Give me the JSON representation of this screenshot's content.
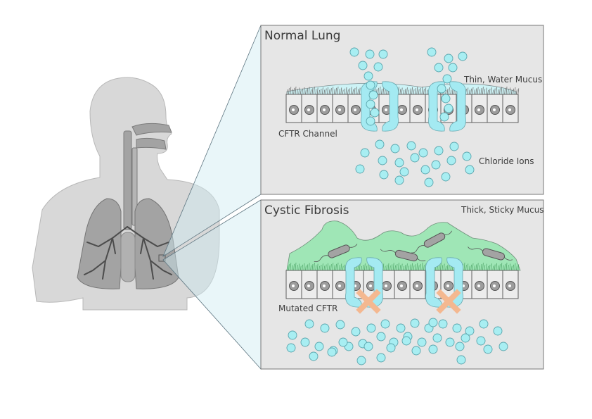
{
  "normal_panel": {
    "title": "Normal Lung",
    "mucus_label": "Thin, Water Mucus",
    "channel_label": "CFTR Channel",
    "ions_label": "Chloride Ions"
  },
  "cf_panel": {
    "title": "Cystic Fibrosis",
    "mucus_label": "Thick, Sticky Mucus",
    "channel_label": "Mutated CFTR"
  },
  "colors": {
    "panel_bg": "#e6e6e6",
    "ion": "#a8eef2",
    "cftr": "#a4eaf2",
    "mucus_thick": "#9fe6b6",
    "mucus_thin": "#cdf3f6",
    "cilia": "#53a96c",
    "body": "#d9d9d9",
    "lung": "#9a9a9a",
    "blocked_marker": "#f4b890"
  },
  "icons": {
    "blocked": "x-mark-icon",
    "bacteria": "bacteria-icon"
  }
}
